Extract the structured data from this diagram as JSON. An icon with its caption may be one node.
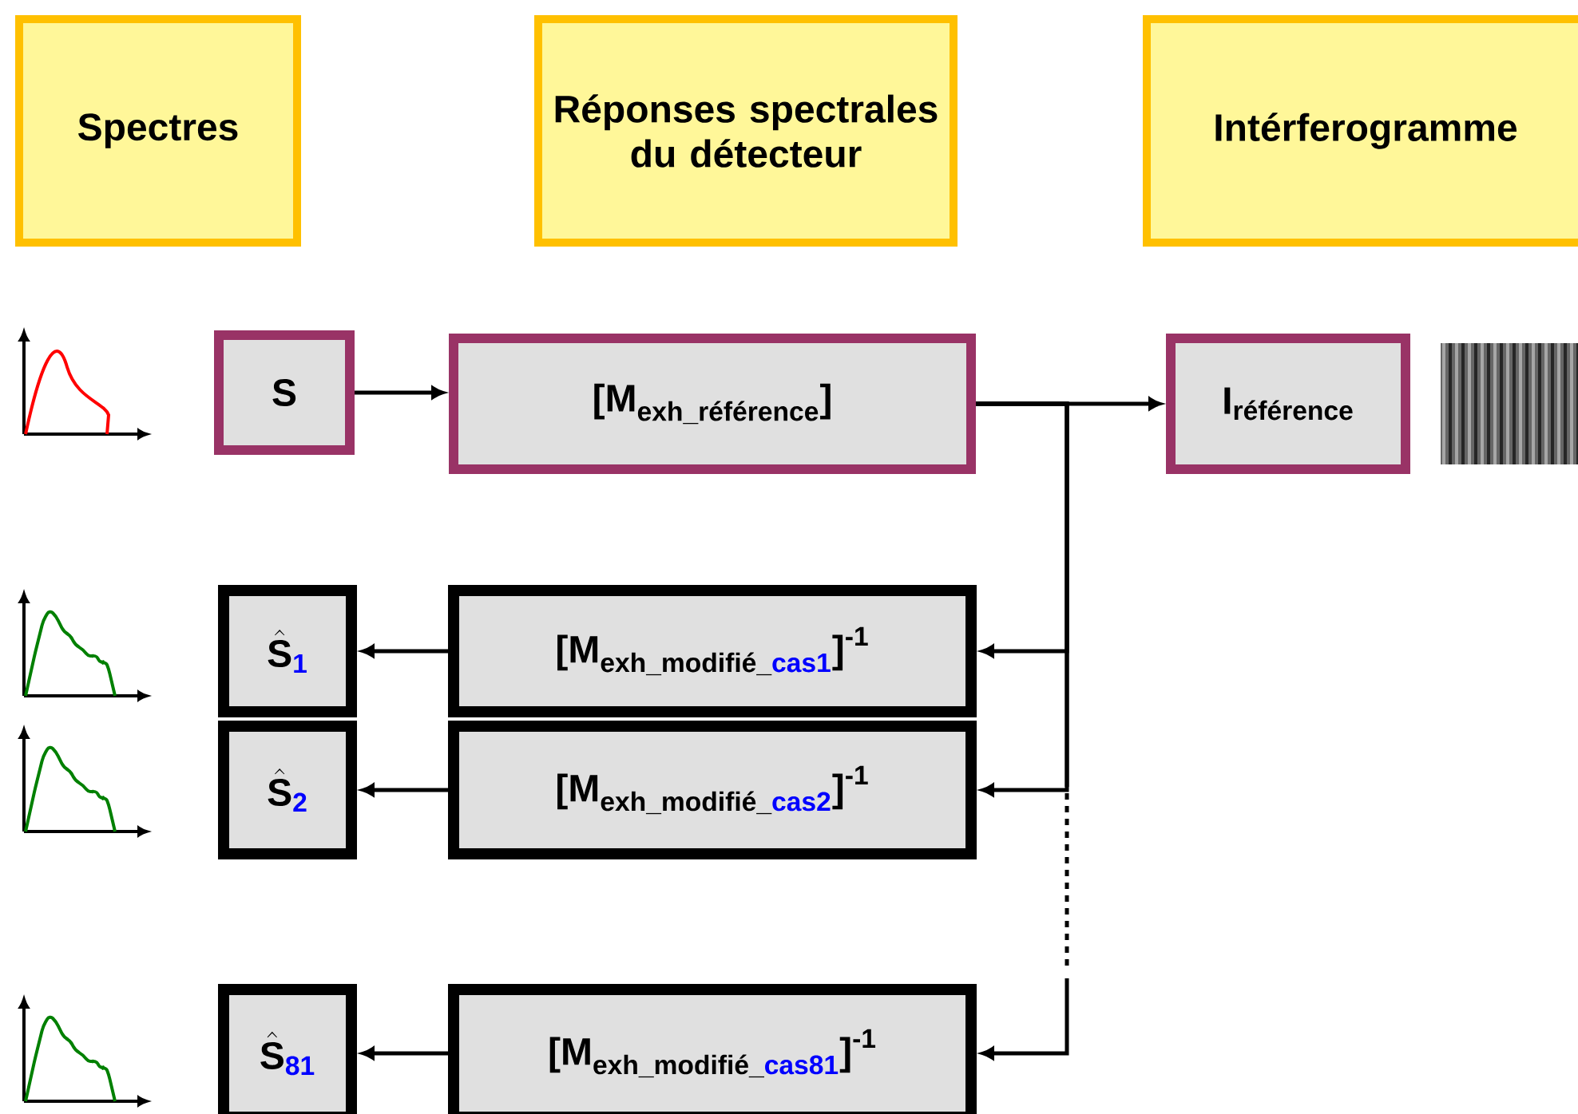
{
  "diagram": {
    "nodes": [
      {
        "text": [
          "Spectres"
        ]
      },
      {
        "text": [
          "Réponses spectrales du détecteur"
        ]
      },
      {
        "text": [
          "Intérferogramme"
        ]
      },
      {
        "text": [
          "S"
        ]
      },
      {
        "text": [
          "\\text{[M}_{\\text{exh\\_référence}}\\text{]}"
        ]
      },
      {
        "text": [
          "\\text{I}_{\\text{référence}}"
        ]
      },
      {
        "text": [
          "\\hat{\\text{S}}_{\\textcolor{blue}{\\text{1}}}"
        ]
      },
      {
        "text": [
          "\\text{[M}_{\\text{exh\\_modifié\\_}\\textcolor{blue}{\\text{cas1}}}\\text{]}^{\\text{-1}}"
        ]
      },
      {
        "text": [
          "\\hat{\\text{S}}_{\\textcolor{blue}{\\text{2}}}"
        ]
      },
      {
        "text": [
          "\\text{[M}_{\\text{exh\\_modifié\\_}\\textcolor{blue}{\\text{cas2}}}\\text{]}^{\\text{-1}}"
        ]
      },
      {
        "text": [
          "\\hat{\\text{S}}_{\\textcolor{blue}{\\text{81}}}"
        ]
      },
      {
        "text": [
          "\\text{[M}_{\\text{exh\\_modifié\\_}\\textcolor{blue}{\\text{cas81}}}\\text{]}^{\\text{-1}}"
        ]
      }
    ],
    "edges": [
      {
        "from": 3,
        "to": 4,
        "arrow": "to"
      },
      {
        "from": 4,
        "to": 5,
        "arrow": "to"
      },
      {
        "from": 4,
        "to": 7,
        "arrow": "to"
      },
      {
        "from": 4,
        "to": 9,
        "arrow": "to"
      },
      {
        "from": 4,
        "to": 11,
        "arrow": "to",
        "style": "dashed"
      },
      {
        "from": 7,
        "to": 6,
        "arrow": "to"
      },
      {
        "from": 9,
        "to": 8,
        "arrow": "to"
      },
      {
        "from": 11,
        "to": 10,
        "arrow": "to"
      }
    ]
  }
}
